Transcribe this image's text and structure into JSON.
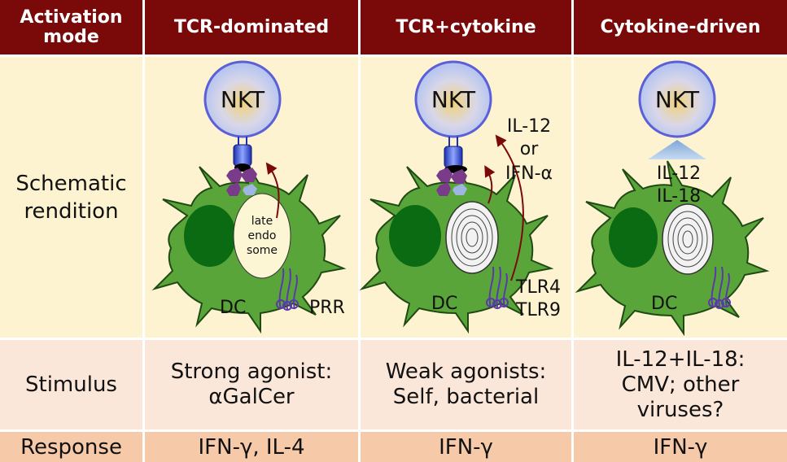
{
  "header": {
    "mode_label": "Activation mode",
    "columns": [
      "TCR-dominated",
      "TCR+cytokine",
      "Cytokine-driven"
    ]
  },
  "rows": {
    "schematic_label": "Schematic rendition",
    "stimulus_label": "Stimulus",
    "response_label": "Response"
  },
  "schematic": {
    "cell_label": "NKT",
    "dc_label": "DC",
    "col1": {
      "endosome_lines": [
        "late",
        "endo",
        "some"
      ],
      "receptor_label": "PRR"
    },
    "col2": {
      "cytokine_lines": [
        "IL-12",
        "or",
        "IFN-α"
      ],
      "receptor_lines": [
        "TLR4",
        "TLR9"
      ]
    },
    "col3": {
      "cytokine_lines": [
        "IL-12",
        "IL-18"
      ]
    }
  },
  "stimulus": [
    [
      "Strong agonist:",
      "αGalCer"
    ],
    [
      "Weak agonists:",
      "Self, bacterial"
    ],
    [
      "IL-12+IL-18:",
      "CMV; other",
      "viruses?"
    ]
  ],
  "response": [
    "IFN-γ, IL-4",
    "IFN-γ",
    "IFN-γ"
  ],
  "colors": {
    "header_bg": "#7a0a0a",
    "schematic_bg": "#fdf3d0",
    "stimulus_bg": "#fbe7da",
    "response_bg": "#f6c9a8",
    "dc_green": "#5aa53a",
    "nucleus_green": "#0b6b12",
    "arrow": "#7a0a0a"
  }
}
